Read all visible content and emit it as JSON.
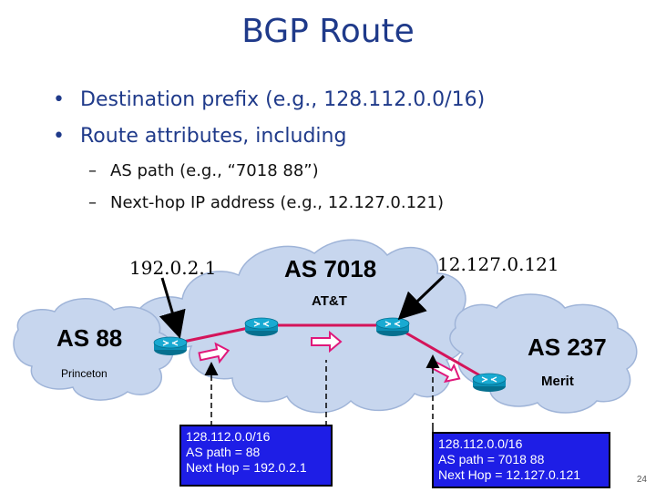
{
  "title": "BGP Route",
  "bullets": [
    "Destination prefix (e.g., 128.112.0.0/16)",
    "Route attributes, including"
  ],
  "sub_bullets": [
    "AS path (e.g., “7018 88”)",
    "Next-hop IP address (e.g., 12.127.0.121)"
  ],
  "diagram": {
    "ip_left": "192.0.2.1",
    "ip_right": "12.127.0.121",
    "as_center": "AS 7018",
    "as_center_name": "AT&T",
    "as_left": "AS 88",
    "as_left_name": "Princeton",
    "as_right": "AS 237",
    "as_right_name": "Merit",
    "route_left": {
      "prefix": "128.112.0.0/16",
      "path": "AS path = 88",
      "hop": "Next  Hop = 192.0.2.1"
    },
    "route_right": {
      "prefix": "128.112.0.0/16",
      "path": "AS path = 7018 88",
      "hop": "Next  Hop = 12.127.0.121"
    }
  },
  "page_number": "24",
  "colors": {
    "title": "#1f3a8a",
    "cloud_fill": "#c7d6ee",
    "cloud_stroke": "#9fb4d8",
    "link": "#d4145a",
    "router": "#0a8fb6",
    "box_fill": "#1e1ee6",
    "arrow": "#e0187a"
  }
}
